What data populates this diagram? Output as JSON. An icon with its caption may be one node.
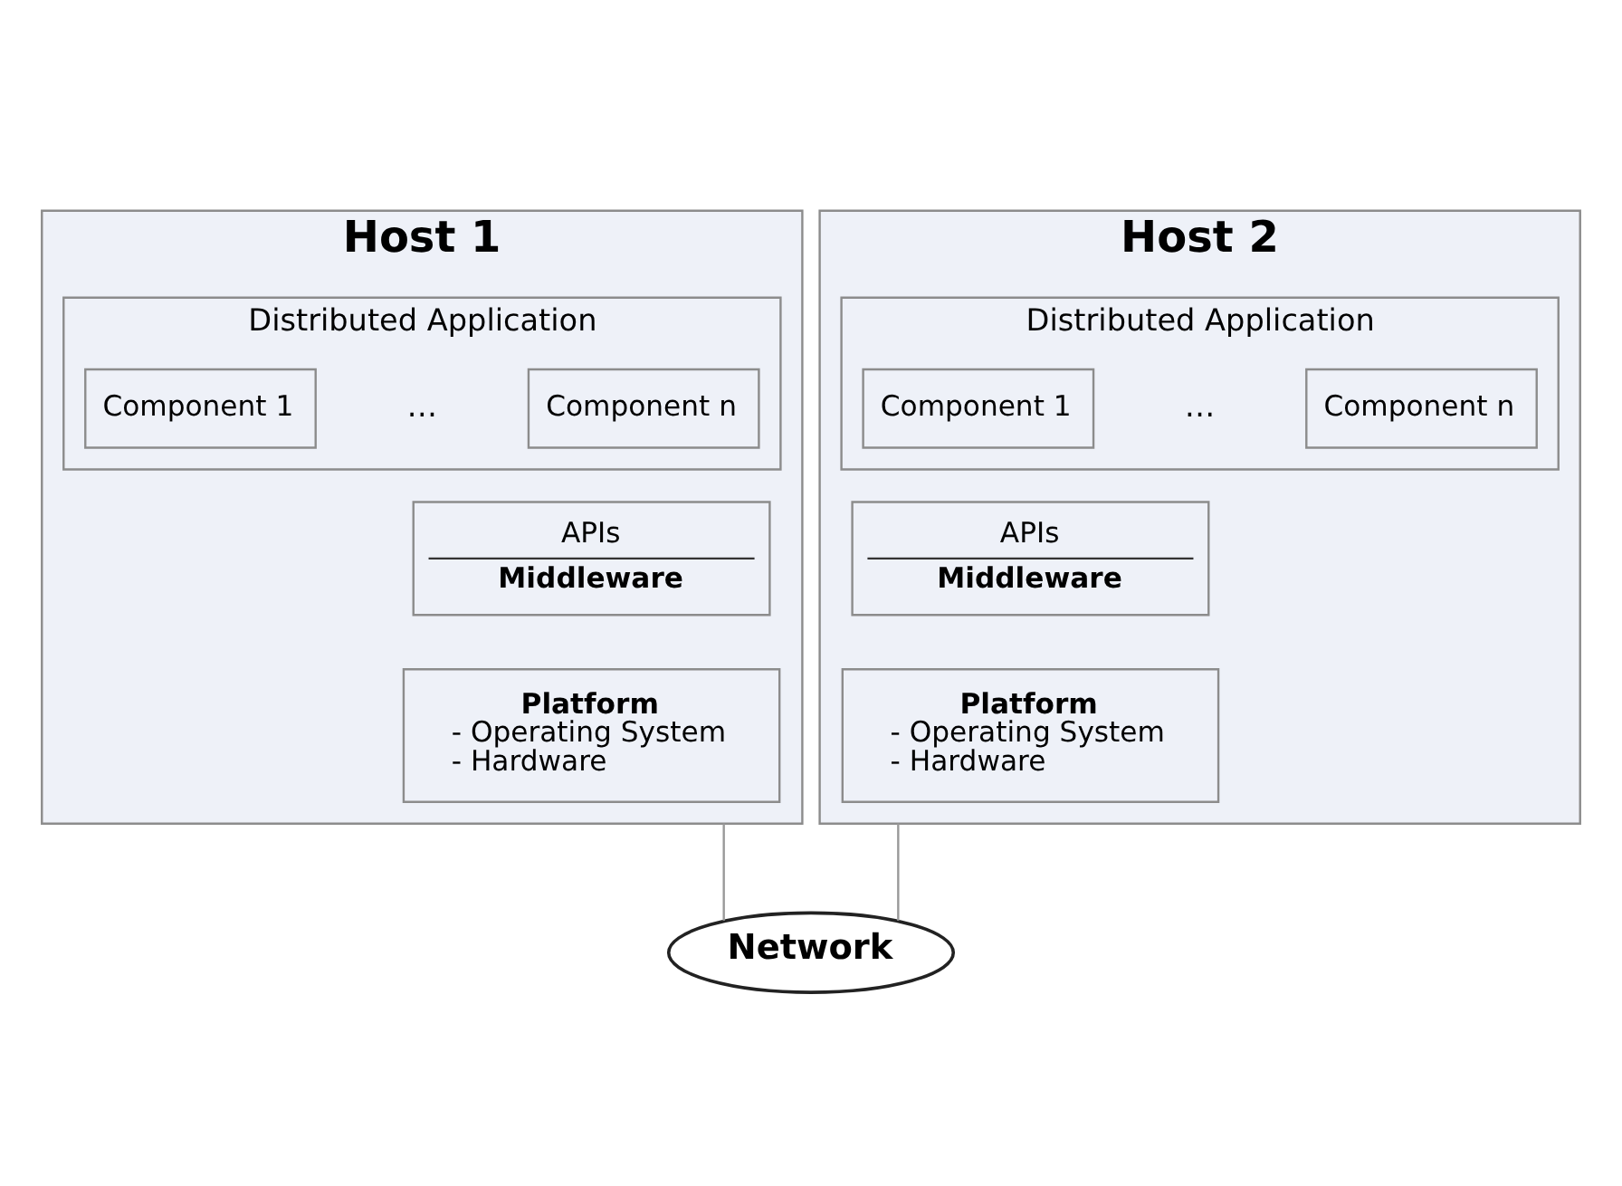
{
  "diagram": {
    "nodes": [
      {
        "text": [
          "Host 1"
        ]
      },
      {
        "text": [
          "Distributed Application"
        ],
        "in": 0
      },
      {
        "text": [
          "Component 1"
        ],
        "in": 1
      },
      {
        "text": [
          "Component n"
        ],
        "in": 1
      },
      {
        "text": [
          "APIs",
          "Middleware"
        ],
        "in": 0
      },
      {
        "text": [
          "Platform",
          "- Operating System",
          "- Hardware"
        ],
        "in": 0
      },
      {
        "text": [
          "Host 2"
        ]
      },
      {
        "text": [
          "Distributed Application"
        ],
        "in": 6
      },
      {
        "text": [
          "Component 1"
        ],
        "in": 7
      },
      {
        "text": [
          "Component n"
        ],
        "in": 7
      },
      {
        "text": [
          "APIs",
          "Middleware"
        ],
        "in": 6
      },
      {
        "text": [
          "Platform",
          "- Operating System",
          "- Hardware"
        ],
        "in": 6
      },
      {
        "text": [
          "Network"
        ]
      }
    ],
    "edges": [
      {
        "from": 0,
        "to": 12,
        "arrow": "none"
      },
      {
        "from": 6,
        "to": 12,
        "arrow": "none"
      }
    ],
    "labels": [
      "…",
      "…"
    ]
  }
}
